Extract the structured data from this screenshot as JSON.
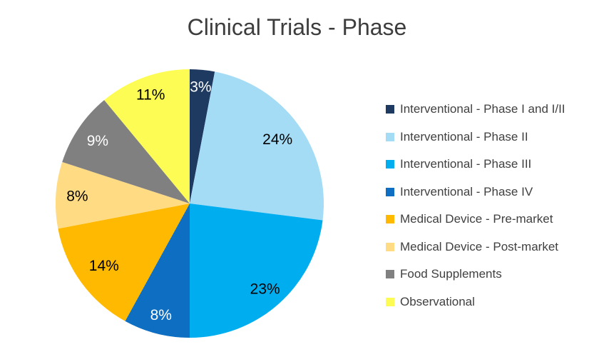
{
  "title": "Clinical Trials - Phase",
  "chart_data": {
    "type": "pie",
    "title": "Clinical Trials - Phase",
    "start_angle_deg": 0,
    "direction": "clockwise",
    "legend_position": "right",
    "unit": "%",
    "categories": [
      "Interventional - Phase I and I/II",
      "Interventional - Phase II",
      "Interventional - Phase III",
      "Interventional - Phase IV",
      "Medical Device - Pre-market",
      "Medical Device - Post-market",
      "Food Supplements",
      "Observational"
    ],
    "values": [
      3,
      24,
      23,
      8,
      14,
      8,
      9,
      11
    ],
    "slice_labels": [
      "3%",
      "24%",
      "23%",
      "8%",
      "14%",
      "8%",
      "9%",
      "11%"
    ],
    "colors": [
      "#1F3A60",
      "#A4DBF5",
      "#00AEEF",
      "#0D6EC2",
      "#FFB900",
      "#FFDB84",
      "#808080",
      "#FCFC54"
    ],
    "label_colors": [
      "#FFFFFF",
      "#000000",
      "#000000",
      "#FFFFFF",
      "#000000",
      "#000000",
      "#FFFFFF",
      "#000000"
    ],
    "label_radius_factors": [
      0.87,
      0.81,
      0.85,
      0.86,
      0.79,
      0.84,
      0.83,
      0.86
    ]
  },
  "colors": {
    "title_text": "#3d3d3d",
    "legend_text": "#404040",
    "background": "#FFFFFF"
  }
}
